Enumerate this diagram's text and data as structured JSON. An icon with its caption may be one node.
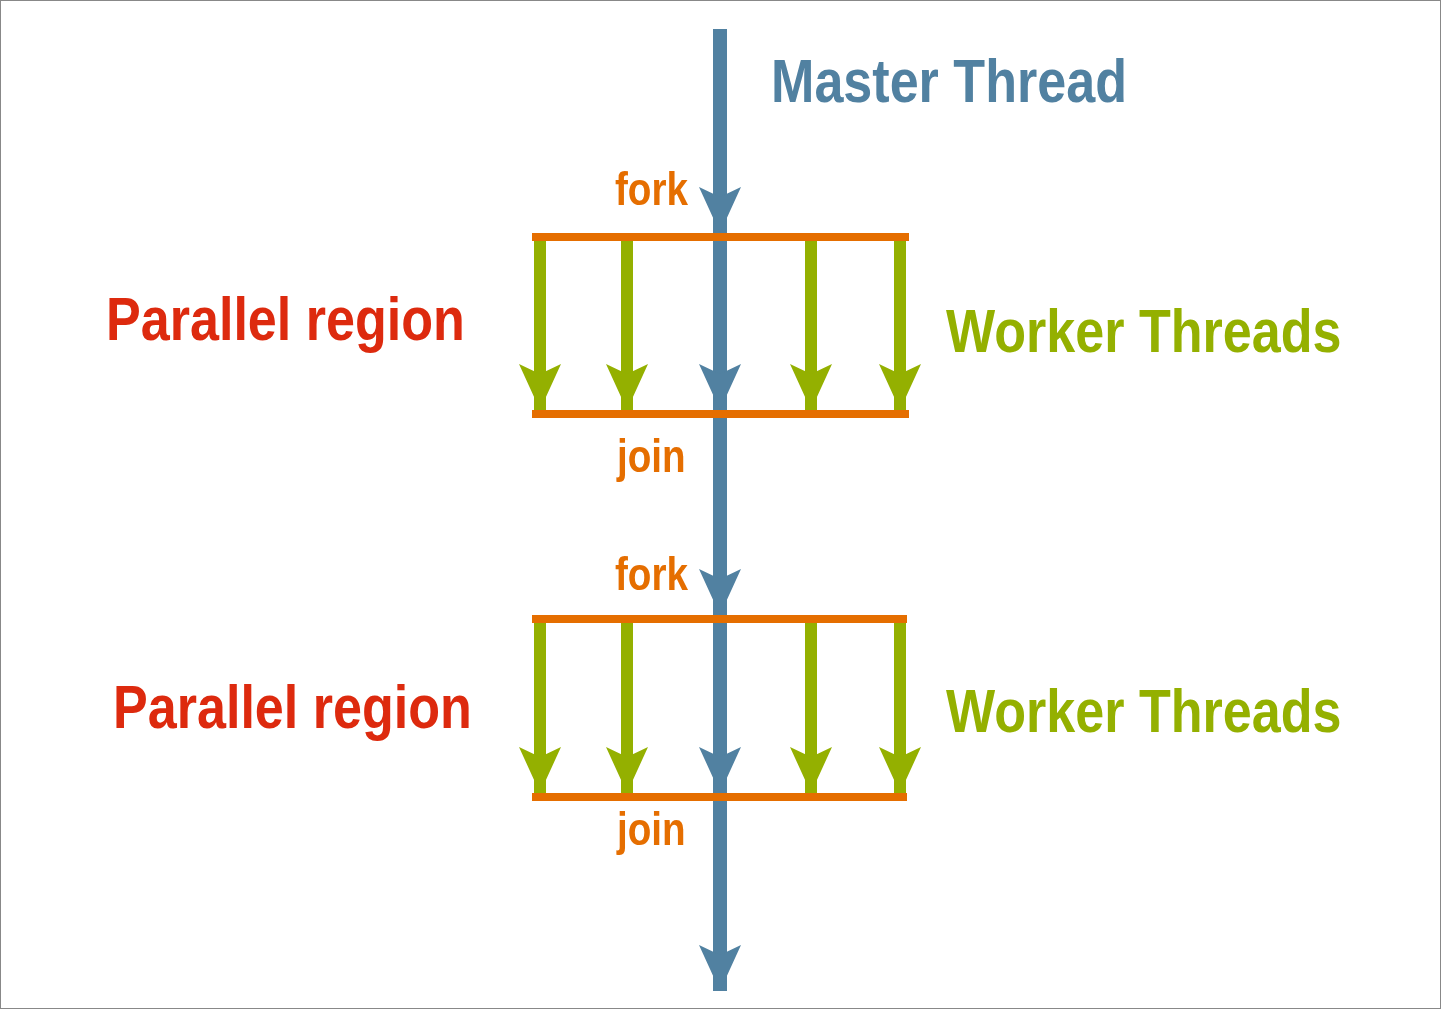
{
  "diagram": {
    "nodes": [
      {
        "text": [],
        "shape": "bar",
        "beside": [
          "fork"
        ]
      },
      {
        "text": [],
        "shape": "bar",
        "beside": [
          "join"
        ]
      },
      {
        "text": [],
        "shape": "bar",
        "beside": [
          "fork"
        ]
      },
      {
        "text": [],
        "shape": "bar",
        "beside": [
          "join"
        ]
      }
    ],
    "edges": [
      {
        "from": null,
        "to": 0,
        "arrow": "to",
        "color": "#5181a1"
      },
      {
        "from": 0,
        "to": 1,
        "arrow": "to"
      },
      {
        "from": 0,
        "to": 1,
        "arrow": "to"
      },
      {
        "from": 0,
        "to": 1,
        "arrow": "to",
        "color": "#5181a1"
      },
      {
        "from": 0,
        "to": 1,
        "arrow": "to"
      },
      {
        "from": 0,
        "to": 1,
        "arrow": "to"
      },
      {
        "from": 1,
        "to": 2,
        "arrow": "to",
        "color": "#5181a1"
      },
      {
        "from": 2,
        "to": 3,
        "arrow": "to"
      },
      {
        "from": 2,
        "to": 3,
        "arrow": "to"
      },
      {
        "from": 2,
        "to": 3,
        "arrow": "to",
        "color": "#5181a1"
      },
      {
        "from": 2,
        "to": 3,
        "arrow": "to"
      },
      {
        "from": 2,
        "to": 3,
        "arrow": "to"
      },
      {
        "from": 3,
        "to": null,
        "arrow": "to",
        "color": "#5181a1"
      }
    ],
    "labels": [
      "Master Thread",
      "Parallel region",
      "Worker Threads",
      "Parallel region",
      "Worker Threads"
    ]
  }
}
